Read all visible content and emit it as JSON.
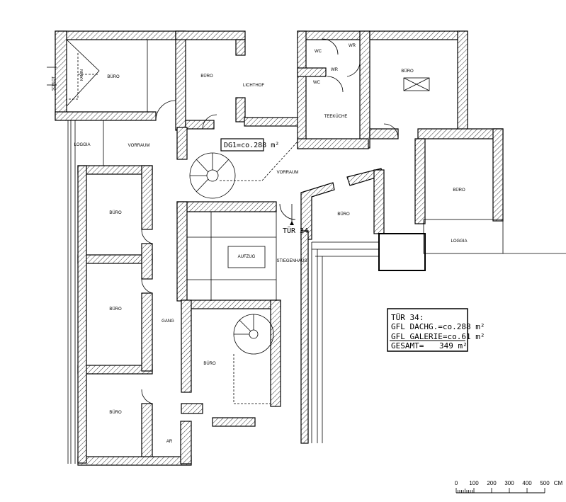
{
  "plan": {
    "rooms": {
      "buero_top_left": "BÜRO",
      "buero_top_mid": "BÜRO",
      "lichthof": "LICHTHOF",
      "wc_1": "WC",
      "wr_1": "WR",
      "wr_2": "WR",
      "wc_2": "WC",
      "buero_top_right": "BÜRO",
      "teekueche": "TEEKÜCHE",
      "loggia_left": "LOGGIA",
      "vorraum_left": "VORRAUM",
      "vorraum_mid": "VORRAUM",
      "buero_right": "BÜRO",
      "buero_left_1": "BÜRO",
      "buero_mid_right": "BÜRO",
      "loggia_right": "LOGGIA",
      "aufzug": "AUFZUG",
      "stiegenhaus": "STIEGENHAUS",
      "buero_left_2": "BÜRO",
      "gang": "GANG",
      "buero_lower_mid": "BÜRO",
      "buero_left_3": "BÜRO",
      "ar": "AR",
      "kamin": "KAMIN",
      "kamin_window": "SCHLOT"
    },
    "area_tag": "DG1=co.288 m²",
    "door_label": "TÜR 34"
  },
  "info_box": {
    "line1": "TÜR 34:",
    "line2": "GFL DACHG.=co.288 m²",
    "line3": "GFL GALERIE=co.61 m²",
    "line4_label": "GESAMT=",
    "line4_value": "349 m²"
  },
  "scale_bar": {
    "ticks": [
      "0",
      "100",
      "200",
      "300",
      "400",
      "500"
    ],
    "unit": "CM"
  }
}
